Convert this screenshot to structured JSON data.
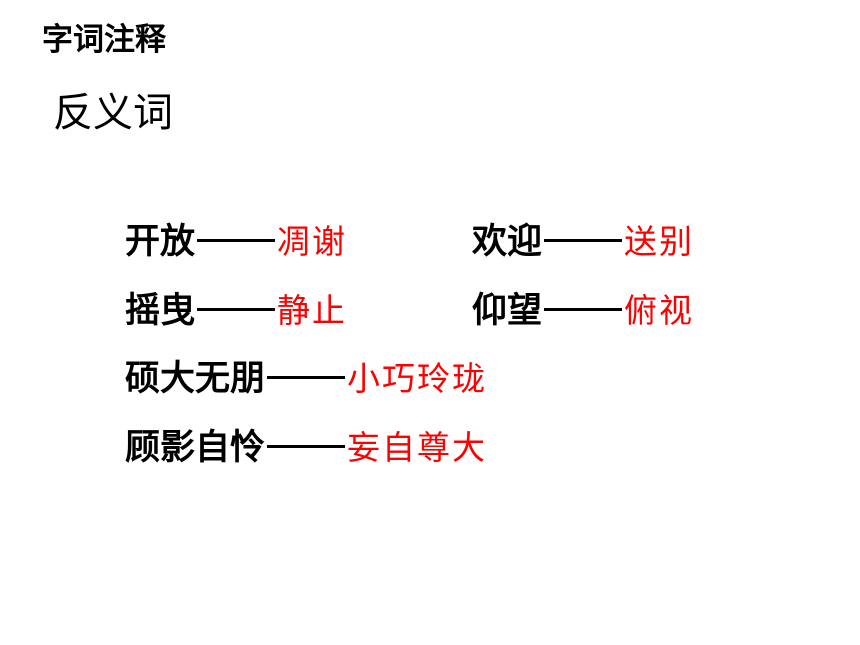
{
  "page": {
    "heading": "字词注释",
    "section_title": "反义词"
  },
  "colors": {
    "text": "#000000",
    "antonym": "#ff0000",
    "background": "#ffffff"
  },
  "pairs": [
    {
      "word": "开放",
      "antonym": "凋谢"
    },
    {
      "word": "欢迎",
      "antonym": "送别"
    },
    {
      "word": "摇曳",
      "antonym": "静止"
    },
    {
      "word": "仰望",
      "antonym": "俯视"
    },
    {
      "word": "硕大无朋",
      "antonym": "小巧玲珑"
    },
    {
      "word": "顾影自怜",
      "antonym": "妄自尊大"
    }
  ]
}
